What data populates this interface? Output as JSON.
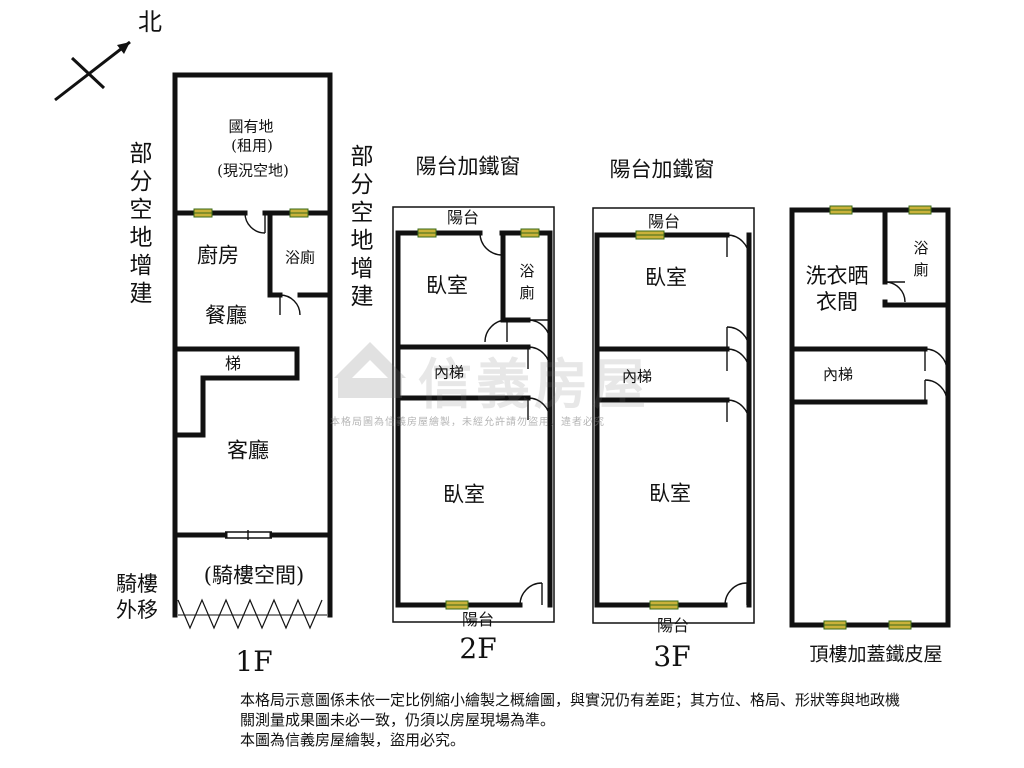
{
  "compass": {
    "north": "北"
  },
  "floor_1f": {
    "national_land": "國有地",
    "rented": "(租用)",
    "vacant": "(現況空地)",
    "kitchen": "廚房",
    "bathroom": "浴廁",
    "dining": "餐廳",
    "stairs": "梯",
    "living": "客廳",
    "arcade": "(騎樓空間)",
    "side_left": "部分空地增建",
    "side_right": "部分空地增建",
    "arcade_note": "騎樓外移",
    "floor_label": "1F"
  },
  "floor_2f": {
    "window_note": "陽台加鐵窗",
    "balcony_top": "陽台",
    "bedroom_front": "臥室",
    "bathroom": "浴廁",
    "inner_stairs": "內梯",
    "bedroom_back": "臥室",
    "balcony_bottom": "陽台",
    "floor_label": "2F"
  },
  "floor_3f": {
    "window_note": "陽台加鐵窗",
    "balcony_top": "陽台",
    "bedroom_front": "臥室",
    "inner_stairs": "內梯",
    "bedroom_back": "臥室",
    "balcony_bottom": "陽台",
    "floor_label": "3F"
  },
  "floor_roof": {
    "laundry": "洗衣晒衣間",
    "bathroom": "浴廁",
    "inner_stairs": "內梯",
    "floor_label": "頂樓加蓋鐵皮屋"
  },
  "watermark": {
    "brand": "信義房屋",
    "notice": "本格局圖為信義房屋繪製，未經允許請勿盜用，違者必究"
  },
  "footer_note": {
    "line1": "本格局示意圖係未依一定比例縮小繪製之概繪圖，與實況仍有差距；其方位、格局、形狀等與地政機關測量成果圖未必一致，仍須以房屋現場為準。",
    "line2": "本圖為信義房屋繪製，盜用必究。"
  },
  "colors": {
    "wall": "#111111",
    "window": "#c9b23a",
    "window_edge": "#3a6a1a",
    "watermark": "#9a9a9a"
  }
}
